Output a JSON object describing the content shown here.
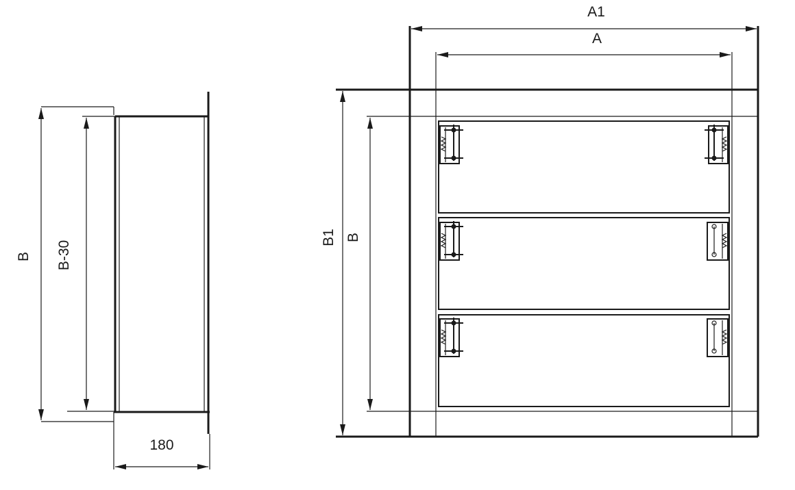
{
  "side_view": {
    "height_label": "B",
    "inner_height_label": "B-30",
    "depth_label": "180"
  },
  "front_view": {
    "outer_width_label": "A1",
    "inner_width_label": "A",
    "outer_height_label": "B1",
    "inner_height_label": "B"
  },
  "colors": {
    "line": "#1a1a1a",
    "background": "#ffffff"
  }
}
